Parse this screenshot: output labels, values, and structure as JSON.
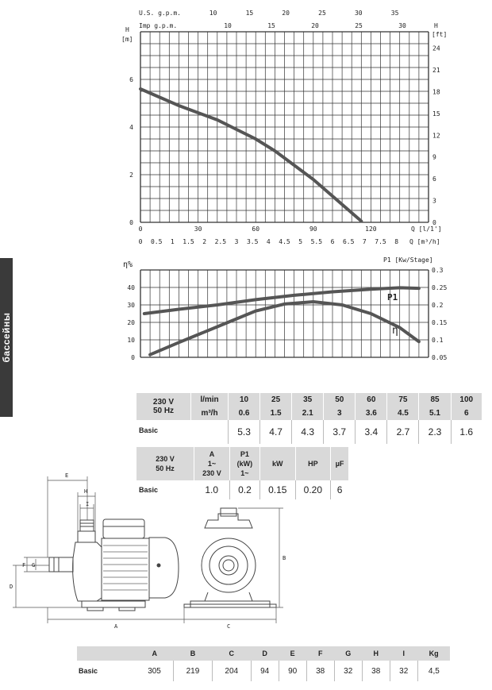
{
  "side_tab": "бассейны",
  "chart_data": [
    {
      "type": "line",
      "axes": {
        "top1_label": "U.S. g.p.m.",
        "top1_ticks": [
          "10",
          "15",
          "20",
          "25",
          "30",
          "35"
        ],
        "top2_label": "Imp g.p.m.",
        "top2_ticks": [
          "10",
          "15",
          "20",
          "25",
          "30"
        ],
        "left_label_1": "H",
        "left_label_2": "[m]",
        "left_ticks": [
          "0",
          "2",
          "4",
          "6"
        ],
        "right_label_1": "H",
        "right_label_2": "[ft]",
        "right_ticks": [
          "0",
          "3",
          "6",
          "9",
          "12",
          "15",
          "18",
          "21",
          "24"
        ],
        "bottom1_ticks": [
          "0",
          "30",
          "60",
          "90",
          "120"
        ],
        "bottom1_label": "Q [l/1']",
        "bottom2_ticks": [
          "0",
          "0.5",
          "1",
          "1.5",
          "2",
          "2.5",
          "3",
          "3.5",
          "4",
          "4.5",
          "5",
          "5.5",
          "6",
          "6.5",
          "7",
          "7.5",
          "8"
        ],
        "bottom2_label": "Q [m³/h]"
      },
      "xlim": [
        0,
        150
      ],
      "ylim": [
        0,
        8
      ],
      "grid": true,
      "series": [
        {
          "x": [
            0,
            10,
            20,
            30,
            40,
            50,
            60,
            70,
            80,
            90,
            100,
            110,
            115
          ],
          "y": [
            5.6,
            5.25,
            4.9,
            4.6,
            4.3,
            3.9,
            3.5,
            3.0,
            2.4,
            1.8,
            1.1,
            0.4,
            0.05
          ]
        }
      ]
    },
    {
      "type": "line",
      "axes": {
        "left_label": "η%",
        "left_ticks": [
          "0",
          "10",
          "20",
          "30",
          "40"
        ],
        "right_label": "P1 [Kw/Stage]",
        "right_ticks": [
          "0.05",
          "0.1",
          "0.15",
          "0.2",
          "0.25",
          "0.3"
        ]
      },
      "xlim": [
        0,
        150
      ],
      "ylim": [
        0,
        50
      ],
      "grid": true,
      "series": [
        {
          "name": "P1",
          "x": [
            2,
            20,
            40,
            60,
            80,
            100,
            120,
            135,
            145
          ],
          "y": [
            25,
            27.5,
            30,
            33,
            35.5,
            37.5,
            39,
            39.8,
            39.5
          ]
        },
        {
          "name": "η",
          "x": [
            5,
            20,
            40,
            60,
            75,
            90,
            105,
            120,
            135,
            145
          ],
          "y": [
            1.5,
            8.5,
            17.5,
            26.5,
            30.5,
            31.8,
            30,
            25,
            17,
            9
          ]
        }
      ]
    }
  ],
  "perf_table": {
    "voltage": "230 V",
    "freq": "50 Hz",
    "unit1": "l/min",
    "unit2": "m³/h",
    "lmin": [
      "10",
      "25",
      "35",
      "50",
      "60",
      "75",
      "85",
      "100"
    ],
    "m3h": [
      "0.6",
      "1.5",
      "2.1",
      "3",
      "3.6",
      "4.5",
      "5.1",
      "6"
    ],
    "row_label": "Basic",
    "head": [
      "5.3",
      "4.7",
      "4.3",
      "3.7",
      "3.4",
      "2.7",
      "2.3",
      "1.6"
    ]
  },
  "elec_table": {
    "voltage": "230 V",
    "freq": "50 Hz",
    "h_a": "A\n1~\n230 V",
    "h_p1": "P1\n(kW)\n1~",
    "h_kw": "kW",
    "h_hp": "HP",
    "h_uf": "µF",
    "row_label": "Basic",
    "values": [
      "1.0",
      "0.2",
      "0.15",
      "0.20",
      "6"
    ]
  },
  "dim_labels": [
    "A",
    "B",
    "C",
    "D",
    "E",
    "F",
    "G",
    "H",
    "I"
  ],
  "dim_table": {
    "headers": [
      "A",
      "B",
      "C",
      "D",
      "E",
      "F",
      "G",
      "H",
      "I",
      "Kg"
    ],
    "row_label": "Basic",
    "values": [
      "305",
      "219",
      "204",
      "94",
      "90",
      "38",
      "32",
      "38",
      "32",
      "4,5"
    ]
  }
}
